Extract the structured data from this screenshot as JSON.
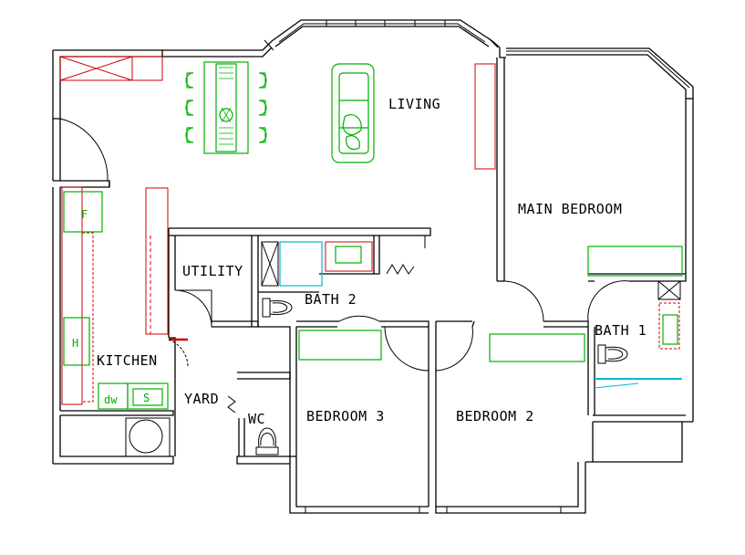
{
  "colors": {
    "wall": "#000000",
    "furniture": "#00b000",
    "cabinet": "#d00000",
    "fixture": "#00b8d0",
    "label": "#000000"
  },
  "rooms": {
    "living": "LIVING",
    "main_bedroom": "MAIN BEDROOM",
    "utility": "UTILITY",
    "bath2": "BATH 2",
    "bath1": "BATH 1",
    "kitchen": "KITCHEN",
    "yard": "YARD",
    "wc": "WC",
    "bedroom3": "BEDROOM 3",
    "bedroom2": "BEDROOM 2"
  },
  "appliances": {
    "fridge": "F",
    "hob": "H",
    "dishwasher": "dw",
    "sink": "S"
  },
  "icons": [
    "door-swing-icon",
    "sofa-icon",
    "dining-table-icon",
    "toilet-icon",
    "washing-machine-icon",
    "bathtub-icon",
    "sink-icon"
  ]
}
